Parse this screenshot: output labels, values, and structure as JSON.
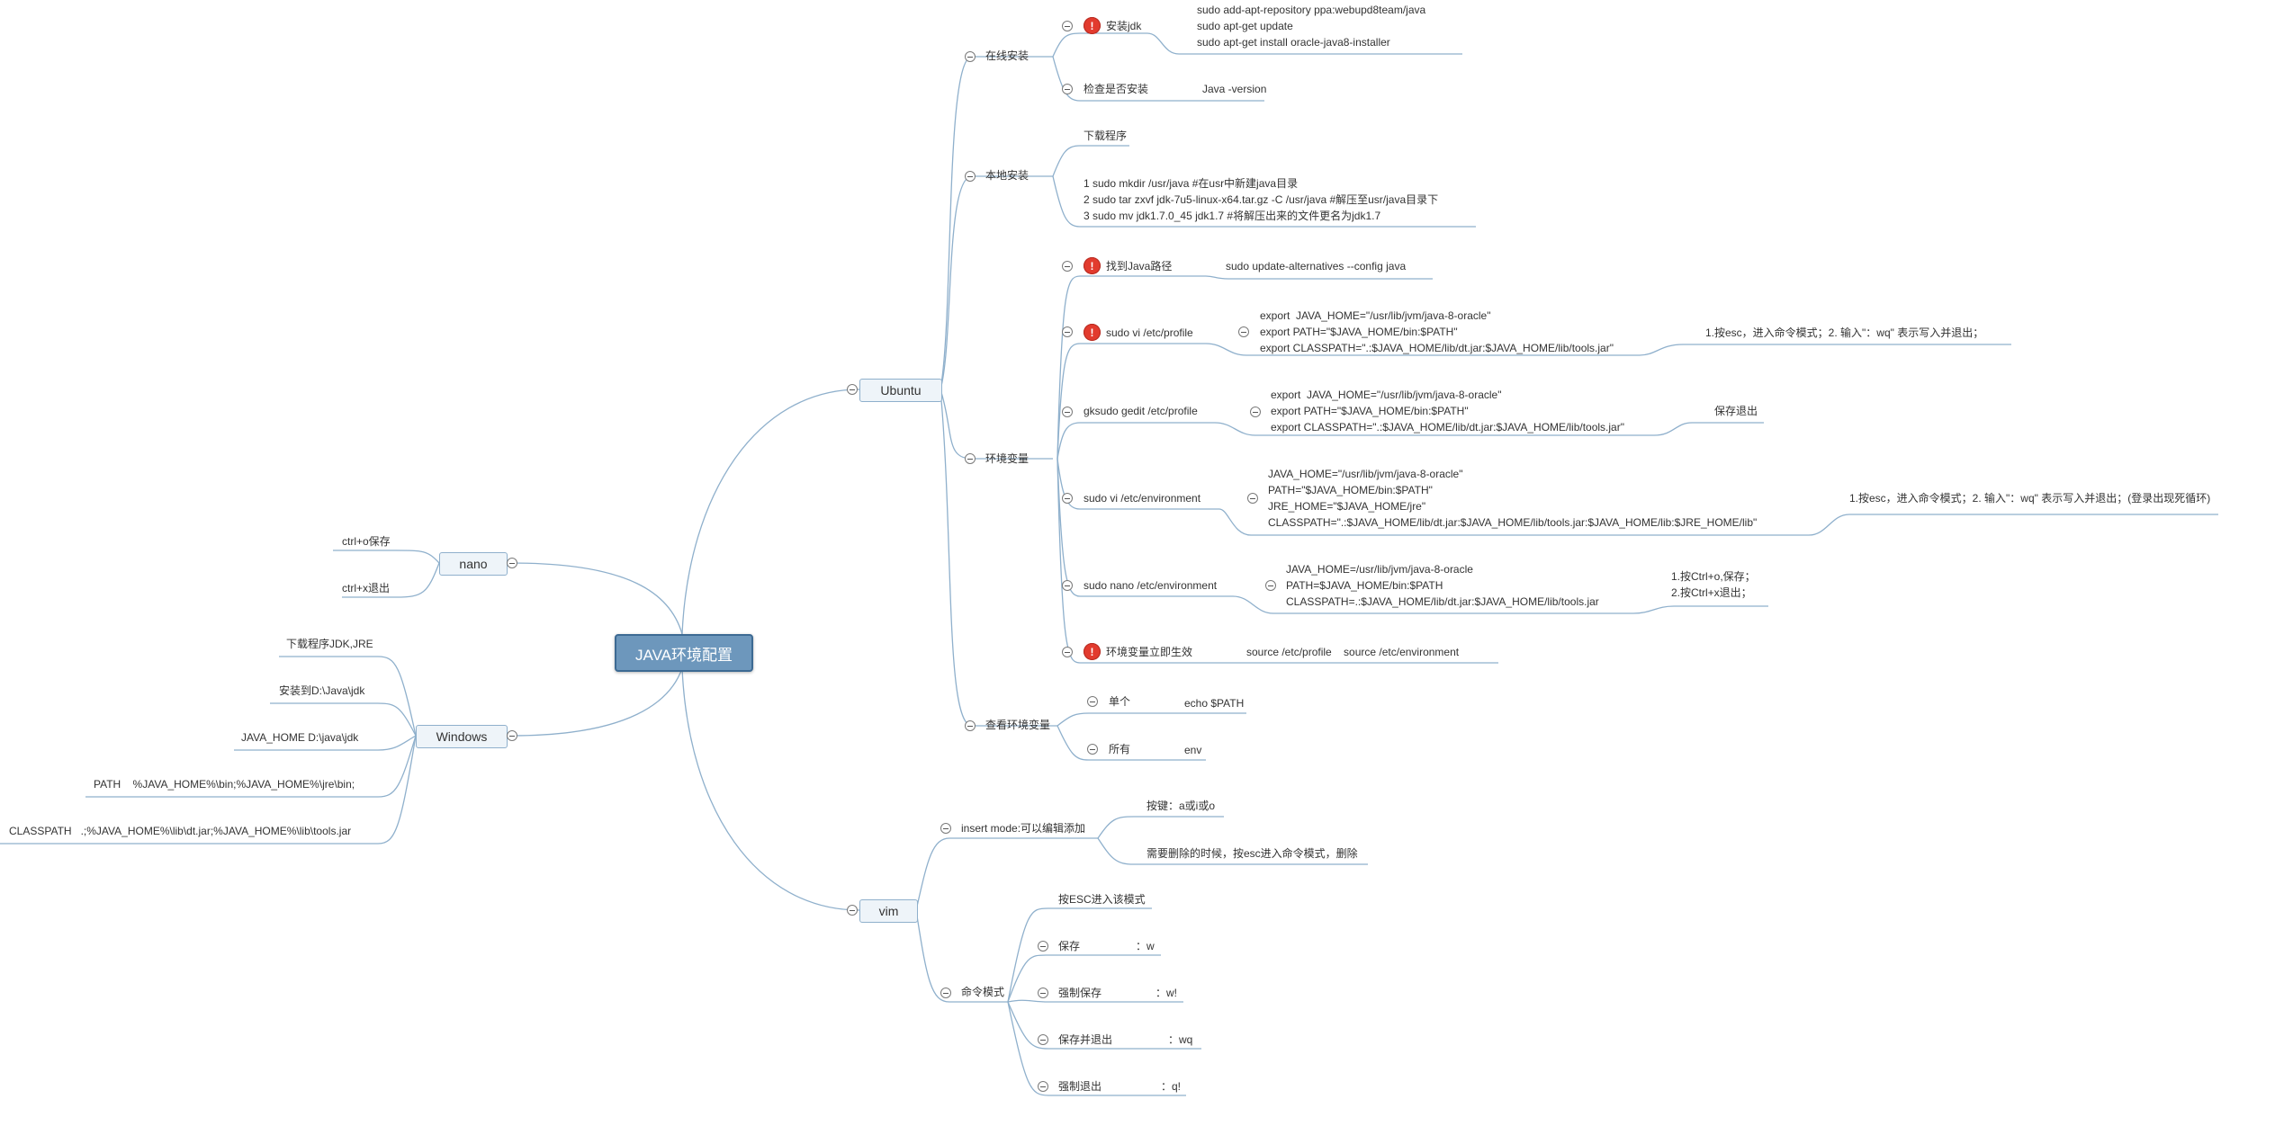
{
  "root": "JAVA环境配置",
  "branches": {
    "ubuntu": "Ubuntu",
    "vim": "vim",
    "nano": "nano",
    "windows": "Windows"
  },
  "ubuntu": {
    "online": {
      "label": "在线安装",
      "install_jdk": "安装jdk",
      "install_cmds": "sudo add-apt-repository ppa:webupd8team/java\nsudo apt-get update\nsudo apt-get install oracle-java8-installer",
      "check": "检查是否安装",
      "check_cmd": "Java -version"
    },
    "local": {
      "label": "本地安装",
      "download": "下载程序",
      "steps": "1 sudo mkdir /usr/java #在usr中新建java目录\n2 sudo tar zxvf jdk-7u5-linux-x64.tar.gz -C /usr/java #解压至usr/java目录下\n3 sudo mv jdk1.7.0_45 jdk1.7 #将解压出来的文件更名为jdk1.7"
    },
    "env": {
      "label": "环境变量",
      "find_path": "找到Java路径",
      "find_path_cmd": "sudo update-alternatives --config java",
      "vi_profile": "sudo vi /etc/profile",
      "vi_profile_exports": "export  JAVA_HOME=\"/usr/lib/jvm/java-8-oracle\"\nexport PATH=\"$JAVA_HOME/bin:$PATH\"\nexport CLASSPATH=\".:$JAVA_HOME/lib/dt.jar:$JAVA_HOME/lib/tools.jar\"",
      "vi_profile_note": "1.按esc，进入命令模式；2. 输入\"：wq\" 表示写入并退出；",
      "gedit_profile": "gksudo gedit /etc/profile",
      "gedit_profile_exports": "export  JAVA_HOME=\"/usr/lib/jvm/java-8-oracle\"\nexport PATH=\"$JAVA_HOME/bin:$PATH\"\nexport CLASSPATH=\".:$JAVA_HOME/lib/dt.jar:$JAVA_HOME/lib/tools.jar\"",
      "gedit_profile_note": "保存退出",
      "vi_environment": "sudo vi /etc/environment",
      "vi_environment_vars": "JAVA_HOME=\"/usr/lib/jvm/java-8-oracle\"\nPATH=\"$JAVA_HOME/bin:$PATH\"\nJRE_HOME=\"$JAVA_HOME/jre\"\nCLASSPATH=\".:$JAVA_HOME/lib/dt.jar:$JAVA_HOME/lib/tools.jar:$JAVA_HOME/lib:$JRE_HOME/lib\"",
      "vi_environment_note": "1.按esc，进入命令模式；2. 输入\"：wq\" 表示写入并退出；(登录出现死循环)",
      "nano_environment": "sudo nano /etc/environment",
      "nano_environment_vars": "JAVA_HOME=/usr/lib/jvm/java-8-oracle\nPATH=$JAVA_HOME/bin:$PATH\nCLASSPATH=.:$JAVA_HOME/lib/dt.jar:$JAVA_HOME/lib/tools.jar",
      "nano_environment_note": "1.按Ctrl+o,保存；\n2.按Ctrl+x退出；",
      "apply": "环境变量立即生效",
      "apply_cmd": "source /etc/profile    source /etc/environment"
    },
    "view": {
      "label": "查看环境变量",
      "single": "单个",
      "single_cmd": "echo $PATH",
      "all": "所有",
      "all_cmd": "env"
    }
  },
  "vim": {
    "insert": {
      "label": "insert mode:可以编辑添加",
      "keys": "按键：a或i或o",
      "delete": "需要删除的时候，按esc进入命令模式，删除"
    },
    "command": {
      "label": "命令模式",
      "esc": "按ESC进入该模式",
      "save": "保存",
      "save_cmd": "：w",
      "force_save": "强制保存",
      "force_save_cmd": "：w!",
      "save_quit": "保存并退出",
      "save_quit_cmd": "：wq",
      "force_quit": "强制退出",
      "force_quit_cmd": "：q!"
    }
  },
  "nano": {
    "save": "ctrl+o保存",
    "quit": "ctrl+x退出"
  },
  "windows": {
    "download": "下载程序JDK,JRE",
    "install": "安装到D:\\Java\\jdk",
    "java_home": "JAVA_HOME  D:\\java\\jdk",
    "path": "PATH    %JAVA_HOME%\\bin;%JAVA_HOME%\\jre\\bin;",
    "classpath": "CLASSPATH   .;%JAVA_HOME%\\lib\\dt.jar;%JAVA_HOME%\\lib\\tools.jar"
  },
  "colors": {
    "root_fill": "#6d97bc",
    "branch_fill": "#eef4f9",
    "line": "#8fb0cc",
    "flag": "#e23b2e"
  }
}
